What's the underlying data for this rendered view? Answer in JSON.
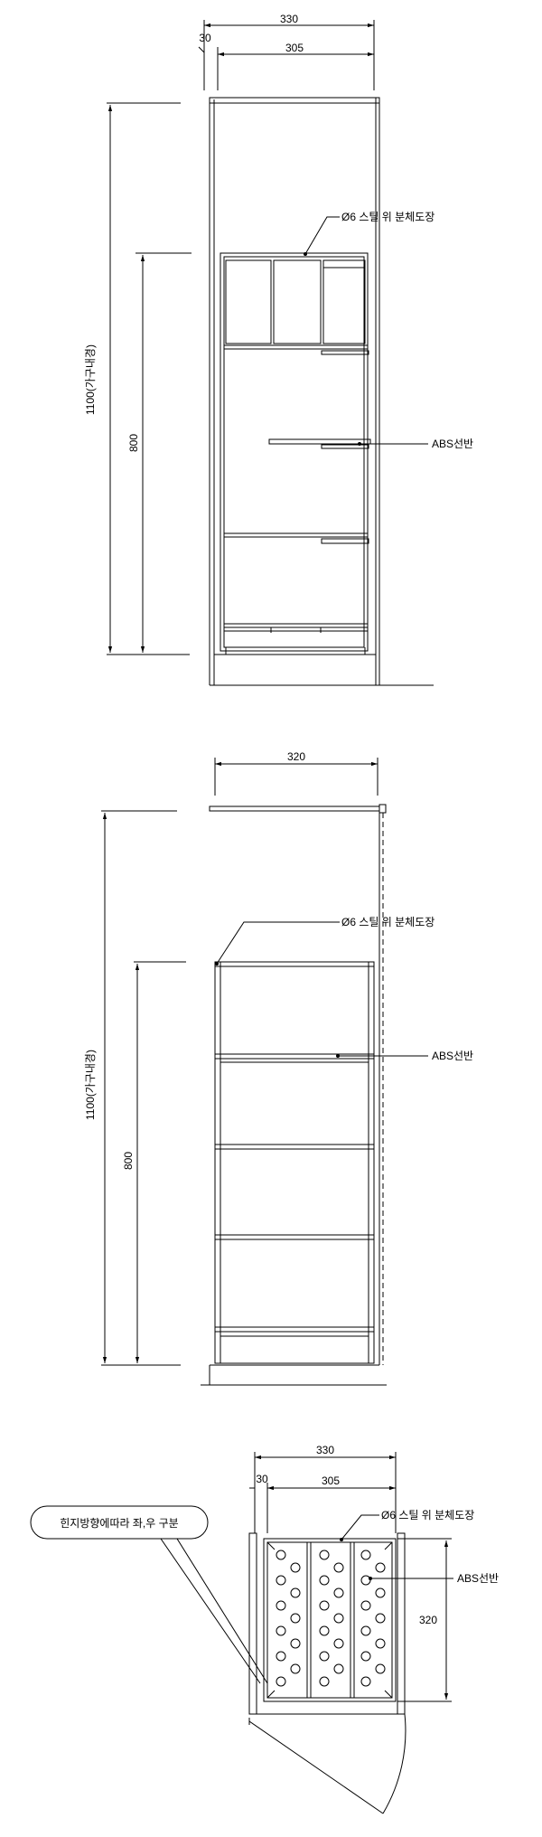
{
  "front_view": {
    "dim_total_width": "330",
    "dim_side_gap": "30",
    "dim_inner_width": "305",
    "dim_total_height": "1100(가구내경)",
    "dim_unit_height": "800",
    "callout_steel": "Ø6 스틸 위 분체도장",
    "callout_shelf": "ABS선반"
  },
  "side_view": {
    "dim_depth": "320",
    "dim_total_height": "1100(가구내경)",
    "dim_unit_height": "800",
    "callout_steel": "Ø6 스틸 위 분체도장",
    "callout_shelf": "ABS선반"
  },
  "plan_view": {
    "dim_total_width": "330",
    "dim_side_gap": "30",
    "dim_inner_width": "305",
    "dim_depth": "320",
    "callout_steel": "Ø6 스틸 위 분체도장",
    "callout_shelf": "ABS선반",
    "note_hinge": "힌지방향에따라 좌,우 구분"
  }
}
